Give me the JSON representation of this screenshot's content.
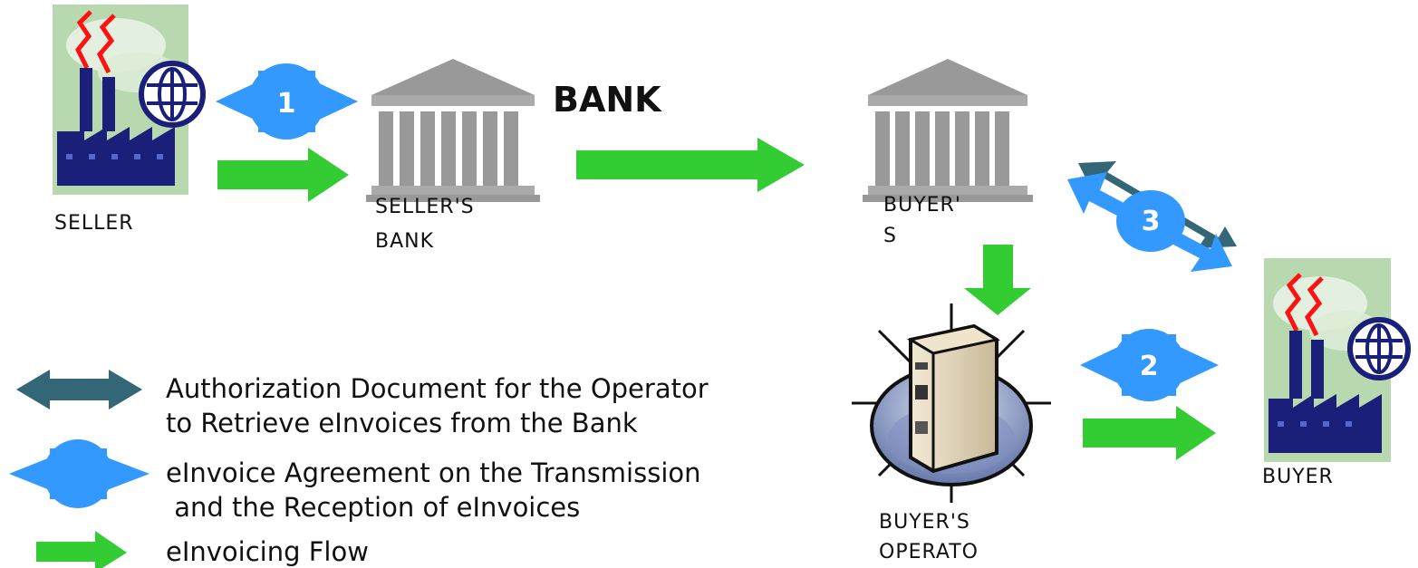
{
  "diagram": {
    "title": "BANK",
    "nodes": {
      "seller": "SELLER",
      "sellers_bank": [
        "SELLER'S",
        "BANK"
      ],
      "buyers_bank": [
        "BUYER'",
        "S"
      ],
      "buyers_operator": [
        "BUYER'S",
        "OPERATO"
      ],
      "buyer": "BUYER"
    },
    "step_labels": [
      "1",
      "2",
      "3"
    ]
  },
  "legend": {
    "items": [
      {
        "icon": "dark-teal-double-arrow-icon",
        "lines": [
          "Authorization Document for the Operator",
          "to Retrieve eInvoices from the Bank"
        ]
      },
      {
        "icon": "blue-diamond-double-arrow-icon",
        "lines": [
          "eInvoice Agreement on the Transmission",
          " and the Reception of eInvoices"
        ]
      },
      {
        "icon": "green-arrow-icon",
        "lines": [
          "eInvoicing Flow"
        ]
      }
    ]
  },
  "colors": {
    "green_arrow": "#33cc33",
    "blue_agreement": "#3399ff",
    "teal_authorization": "#336677",
    "factory_body": "#1a1f7a",
    "smoke": "#ff1111",
    "bank_gray": "#999999",
    "server_base": "#6a7fb0"
  }
}
